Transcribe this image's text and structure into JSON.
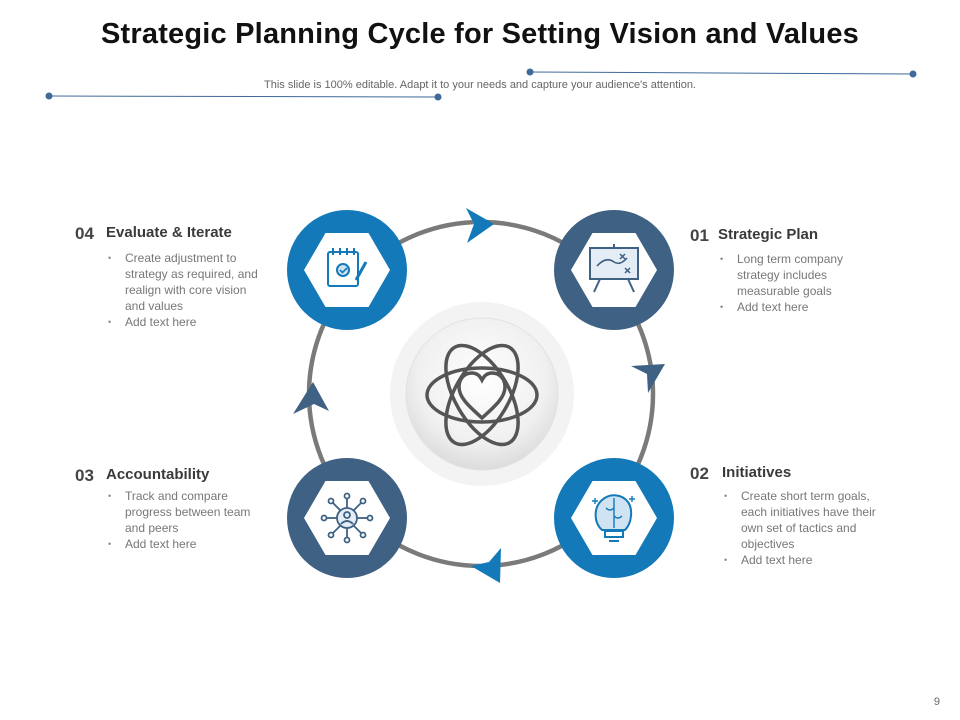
{
  "title": "Strategic Planning Cycle for Setting Vision and Values",
  "subtitle": "This slide is 100% editable. Adapt it to your needs and capture your audience's attention.",
  "colors": {
    "dark_blue": "#3f6184",
    "bright_blue": "#1479b8",
    "ring": "#7a7a7a",
    "deco_line": "#3f6a9a"
  },
  "center_icon": "atom-heart-icon",
  "steps": [
    {
      "num": "01",
      "heading": "Strategic Plan",
      "icon": "presentation-board-icon",
      "bullets": [
        "Long term company strategy includes measurable goals",
        "Add text here"
      ]
    },
    {
      "num": "02",
      "heading": "Initiatives",
      "icon": "lightbulb-brain-icon",
      "bullets": [
        "Create short term goals, each initiatives have their own set of tactics and objectives",
        "Add text here"
      ]
    },
    {
      "num": "03",
      "heading": "Accountability",
      "icon": "network-person-icon",
      "bullets": [
        "Track and compare progress between team and peers",
        "Add text here"
      ]
    },
    {
      "num": "04",
      "heading": "Evaluate & Iterate",
      "icon": "notepad-edit-icon",
      "bullets": [
        "Create adjustment to strategy as required, and realign with core vision and values",
        "Add text here"
      ]
    }
  ],
  "page_number": "9"
}
